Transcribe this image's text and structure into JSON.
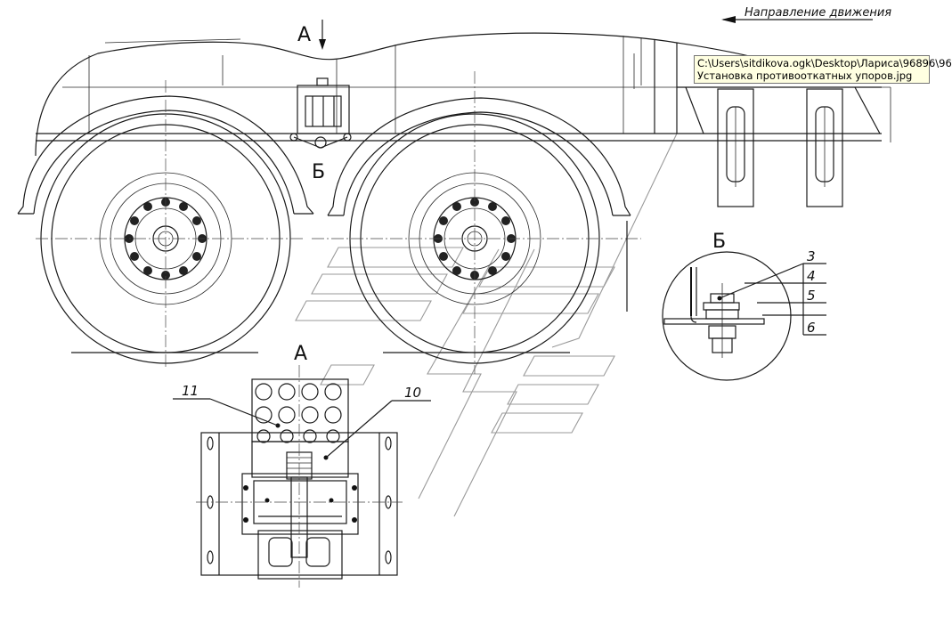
{
  "drawing": {
    "direction_label": "Направление движения",
    "view_label_a": "А",
    "view_label_b": "Б",
    "detail_title_b": "Б",
    "view_title_a": "А",
    "callouts": [
      "3",
      "4",
      "5",
      "6"
    ],
    "leader_10": "10",
    "leader_11": "11"
  },
  "tooltip": {
    "line1": "C:\\Users\\sitdikova.ogk\\Desktop\\Лариса\\96896\\96",
    "line2": "Установка  противооткатных упоров.jpg"
  },
  "colors": {
    "line": "#1a1a1a",
    "watermark": "#9a9a9a",
    "tooltip_bg": "#ffffe1"
  }
}
